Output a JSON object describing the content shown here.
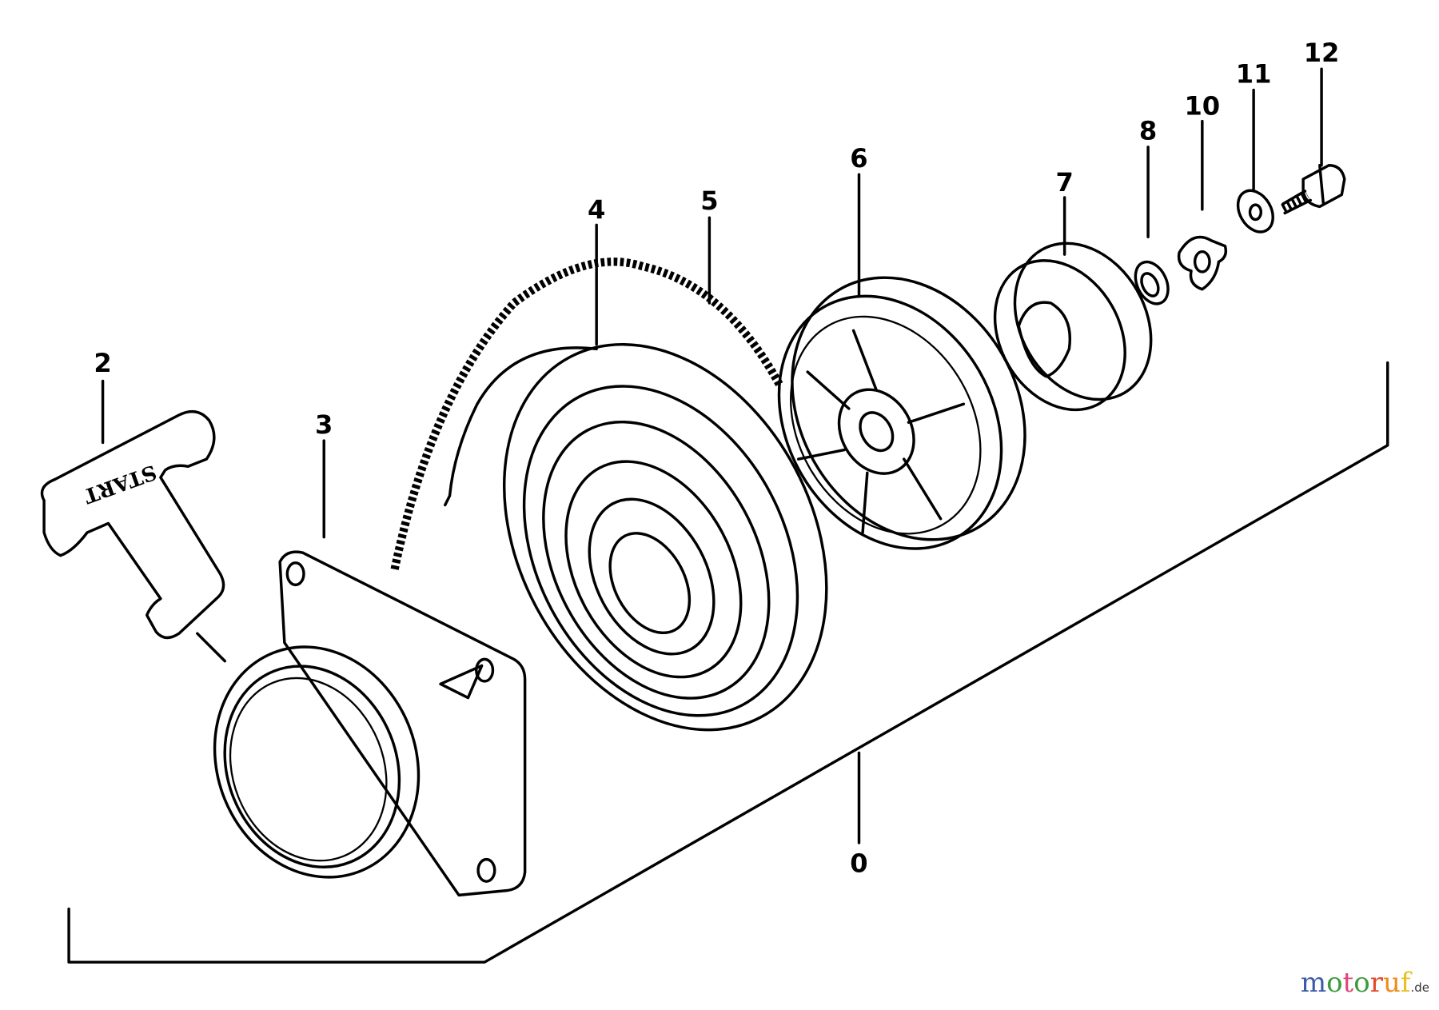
{
  "diagram": {
    "part_labels": {
      "assembly": "0",
      "handle": "2",
      "housing": "3",
      "spring": "4",
      "rope": "5",
      "pulley": "6",
      "ratchet": "7",
      "washer_8": "8",
      "washer_10": "10",
      "washer_11": "11",
      "bolt": "12"
    },
    "handle_text": "START",
    "line_color": "#000000",
    "background": "#ffffff"
  },
  "watermark": {
    "text": "motoruf",
    "suffix": ".de",
    "letter_colors": [
      "#3b5ba5",
      "#3c9a3c",
      "#e0457b",
      "#3c9a3c",
      "#e04a2a",
      "#f08a1a",
      "#e8c020"
    ]
  }
}
